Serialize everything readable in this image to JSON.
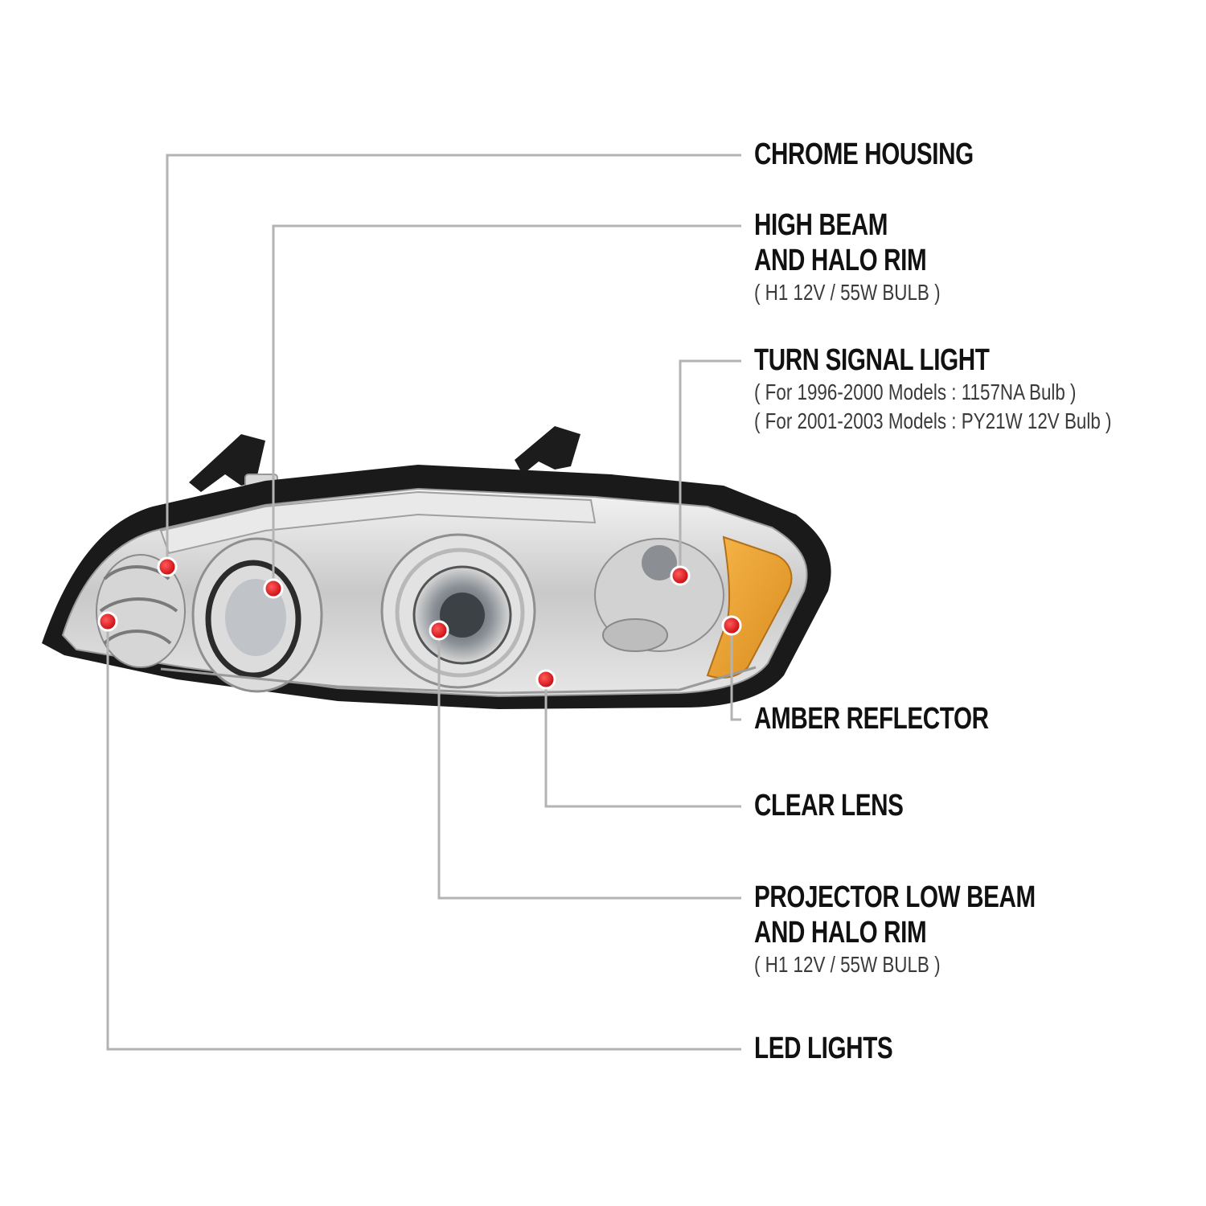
{
  "colors": {
    "background": "#ffffff",
    "leader_line": "#b3b3b3",
    "marker": "#e8101a",
    "text": "#111111",
    "subtext": "#3a3a3a",
    "amber": "#f0a030",
    "housing_edge": "#1a1a1a"
  },
  "image": {
    "subject": "projector headlight assembly with halo rims",
    "icon": "headlight-icon"
  },
  "callouts": [
    {
      "id": "chrome-housing",
      "title_lines": [
        "CHROME HOUSING"
      ],
      "detail_lines": []
    },
    {
      "id": "high-beam",
      "title_lines": [
        "HIGH BEAM",
        "AND HALO RIM"
      ],
      "detail_lines": [
        "( H1  12V / 55W  BULB )"
      ]
    },
    {
      "id": "turn-signal",
      "title_lines": [
        "TURN SIGNAL LIGHT"
      ],
      "detail_lines": [
        "( For 1996-2000 Models  :  1157NA  Bulb )",
        "( For 2001-2003 Models  :  PY21W 12V Bulb )"
      ]
    },
    {
      "id": "amber-reflector",
      "title_lines": [
        "AMBER REFLECTOR"
      ],
      "detail_lines": []
    },
    {
      "id": "clear-lens",
      "title_lines": [
        "CLEAR LENS"
      ],
      "detail_lines": []
    },
    {
      "id": "projector-low-beam",
      "title_lines": [
        "PROJECTOR LOW BEAM",
        "AND HALO RIM"
      ],
      "detail_lines": [
        "( H1  12V / 55W  BULB )"
      ]
    },
    {
      "id": "led-lights",
      "title_lines": [
        "LED LIGHTS"
      ],
      "detail_lines": []
    }
  ]
}
